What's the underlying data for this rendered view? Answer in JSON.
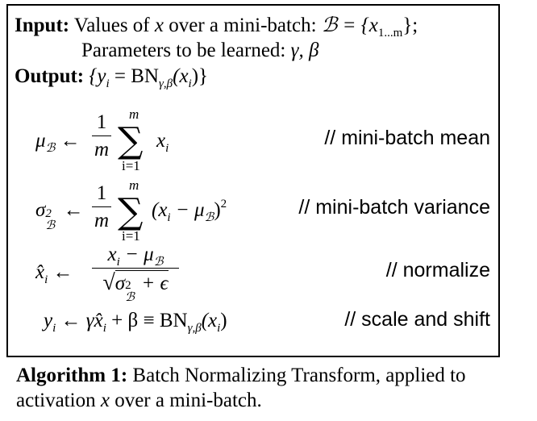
{
  "algorithm": {
    "input_label": "Input:",
    "input_text_1": "Values of",
    "input_var_x": "x",
    "input_text_2": "over a mini-batch:",
    "input_set": "ℬ = {x",
    "input_set_sub": "1...m",
    "input_set_end": "};",
    "params_text": "Parameters to be learned:",
    "params_vars": "γ, β",
    "output_label": "Output:",
    "output_expr_1": "{y",
    "output_expr_sub_i": "i",
    "output_expr_2": " = BN",
    "output_expr_sub": "γ,β",
    "output_expr_3": "(x",
    "output_expr_4": ")}",
    "steps": [
      {
        "lhs": "μ",
        "lhs_sub": "ℬ",
        "arrow": "←",
        "frac_num": "1",
        "frac_den": "m",
        "sum_top": "m",
        "sum_bottom": "i=1",
        "sum_body": "x",
        "sum_body_sub": "i",
        "comment": "// mini-batch mean"
      },
      {
        "lhs": "σ",
        "lhs_sup": "2",
        "lhs_sub": "ℬ",
        "arrow": "←",
        "frac_num": "1",
        "frac_den": "m",
        "sum_top": "m",
        "sum_bottom": "i=1",
        "sum_body": "(x",
        "sum_body_sub": "i",
        "sum_body_2": " − μ",
        "sum_body_sub_2": "ℬ",
        "sum_body_3": ")",
        "sum_body_sup": "2",
        "comment": "// mini-batch variance"
      },
      {
        "lhs": "x̂",
        "lhs_sub": "i",
        "arrow": "←",
        "num": "x",
        "num_sub": "i",
        "num_2": " − μ",
        "num_sub_2": "ℬ",
        "den": "σ",
        "den_sup": "2",
        "den_sub": "ℬ",
        "den_2": " + ϵ",
        "comment": "// normalize"
      },
      {
        "lhs": "y",
        "lhs_sub": "i",
        "arrow": "←",
        "rhs_1": "γx̂",
        "rhs_sub_1": "i",
        "rhs_2": " + β ≡ BN",
        "rhs_sub_2": "γ,β",
        "rhs_3": "(x",
        "rhs_sub_3": "i",
        "rhs_4": ")",
        "comment": "// scale and shift"
      }
    ]
  },
  "caption": {
    "label": "Algorithm 1:",
    "text_1": "Batch Normalizing Transform, applied to activation",
    "var": "x",
    "text_2": "over a mini-batch."
  }
}
